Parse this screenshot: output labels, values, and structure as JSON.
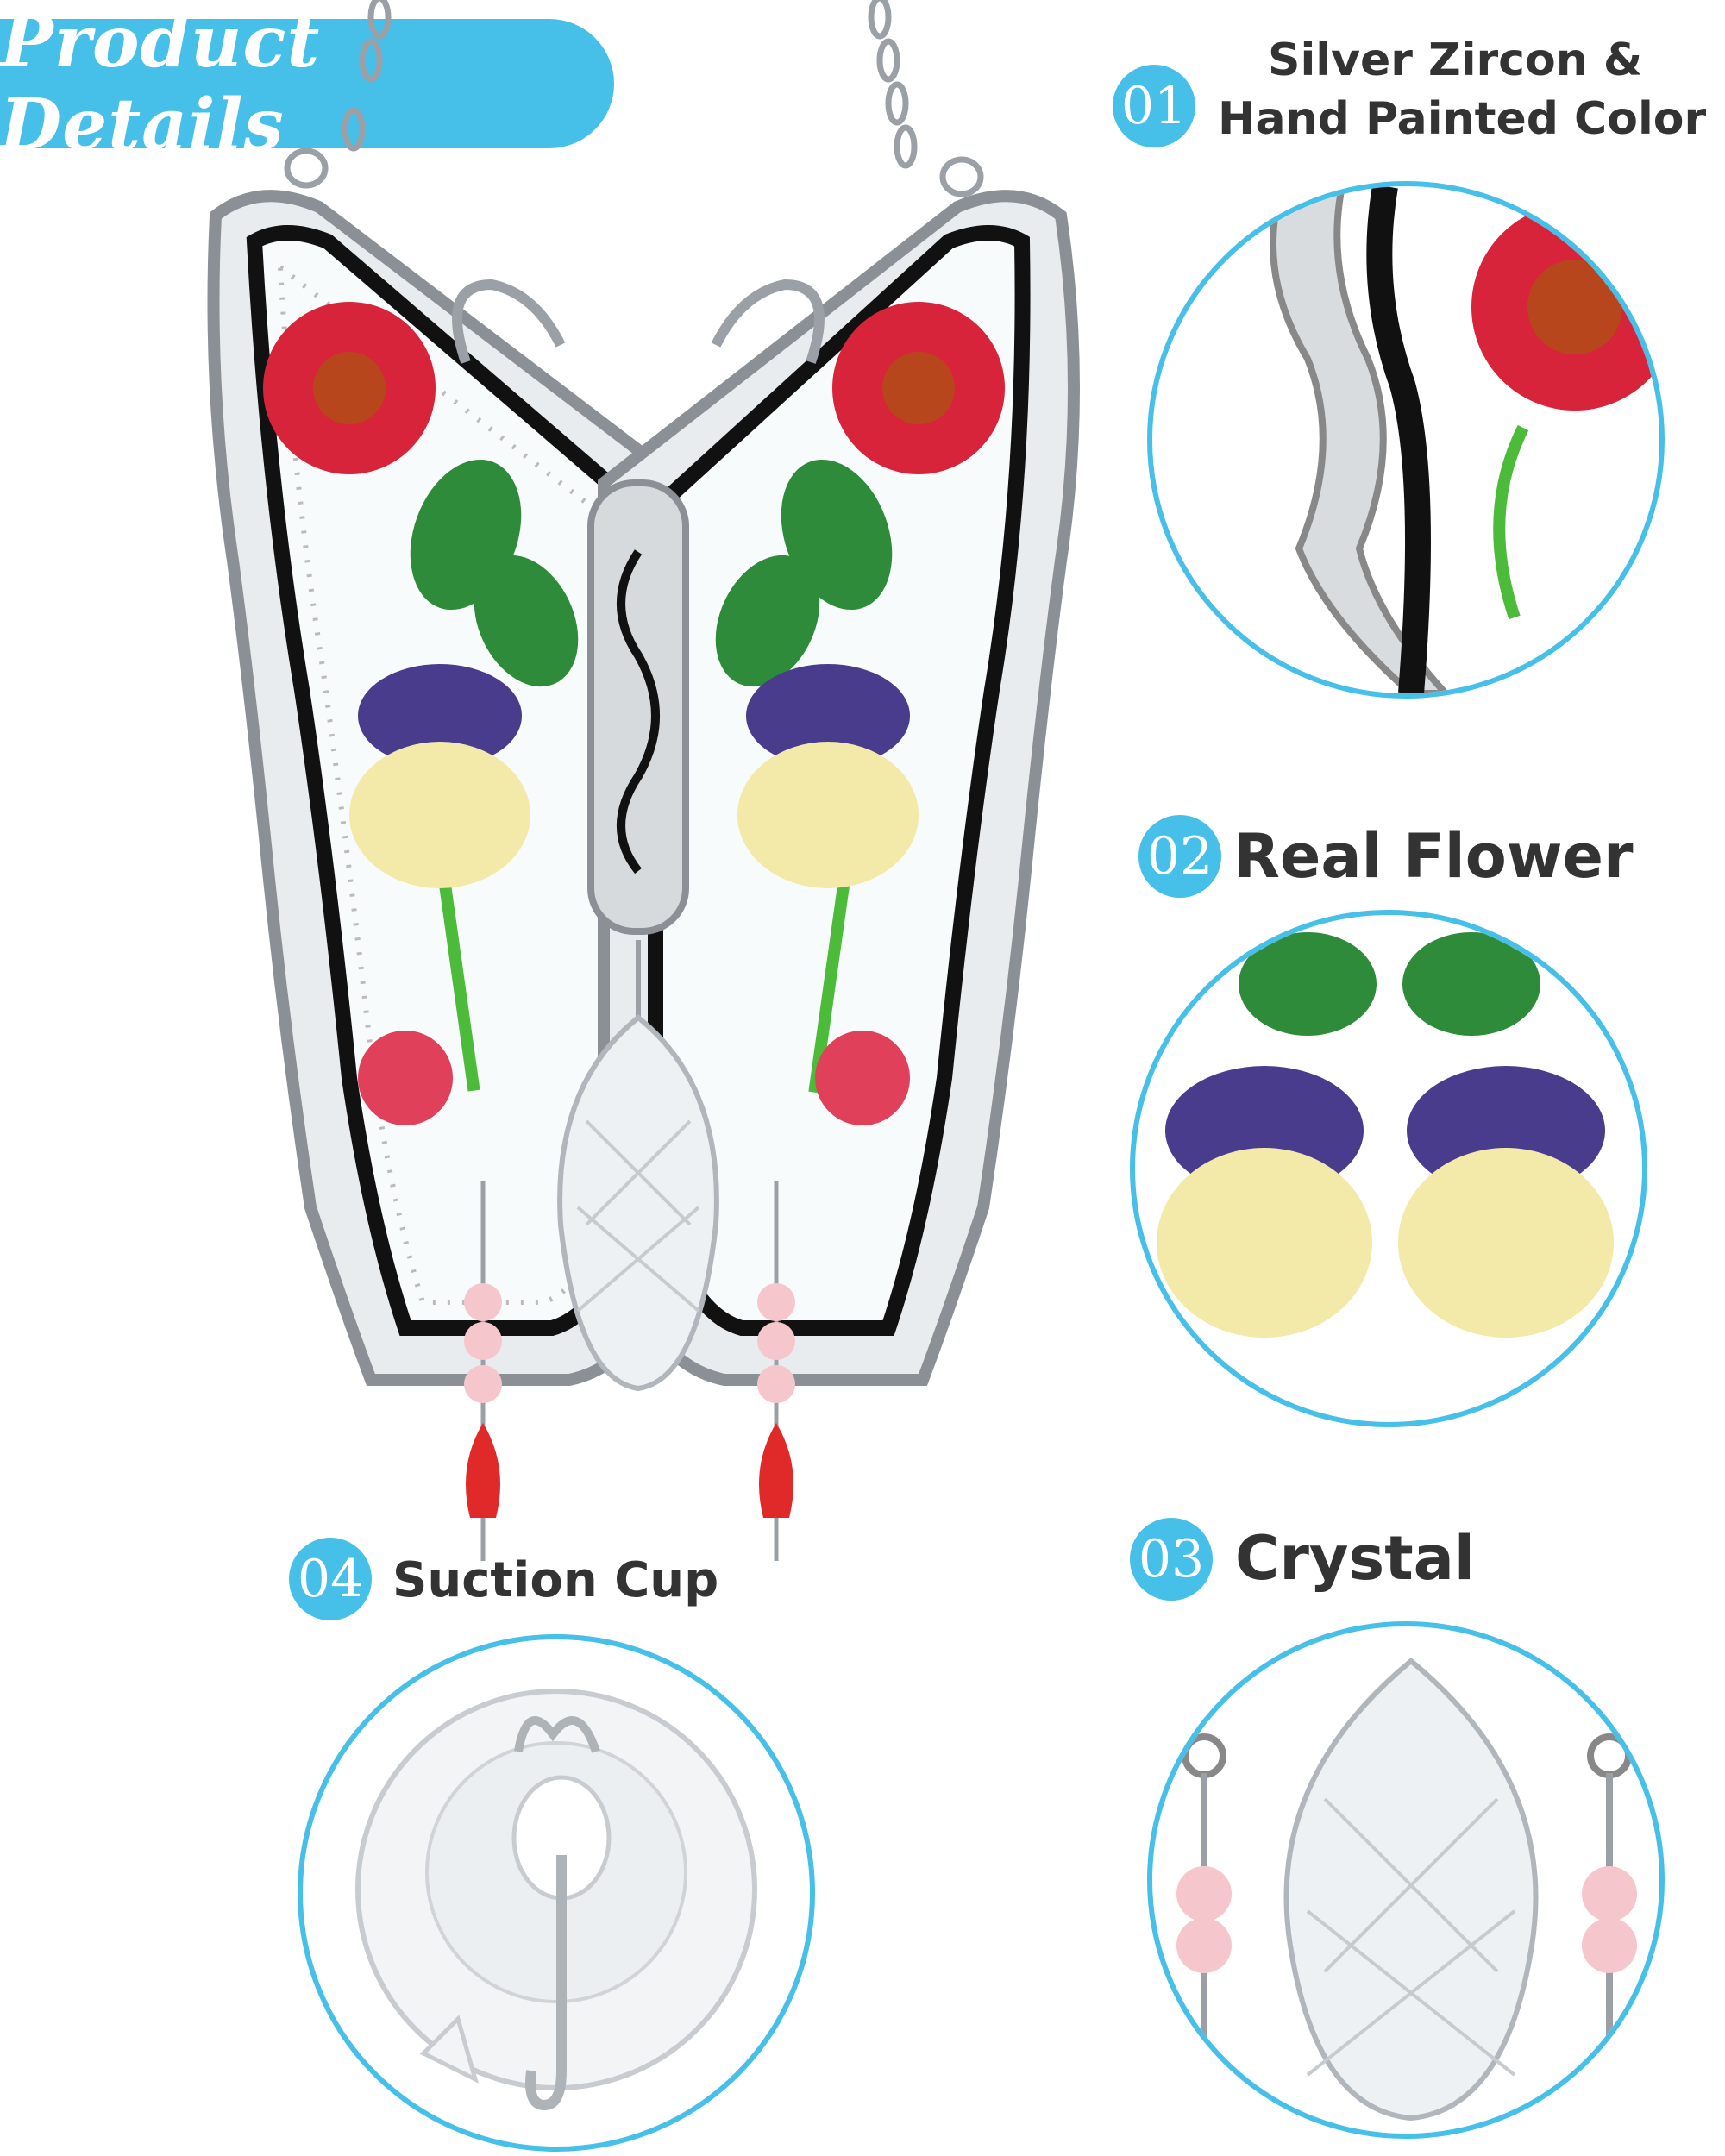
{
  "banner": {
    "title": "Product Details"
  },
  "features": [
    {
      "number": "01",
      "label_line1": "Silver Zircon &",
      "label_line2": "Hand Painted Color",
      "icon": "silver-frame-closeup"
    },
    {
      "number": "02",
      "label": "Real Flower",
      "icon": "pressed-pansy-closeup"
    },
    {
      "number": "03",
      "label": "Crystal",
      "icon": "crystal-prism-closeup"
    },
    {
      "number": "04",
      "label": "Suction Cup",
      "icon": "suction-cup-hook"
    }
  ],
  "colors": {
    "accent": "#46bfe9",
    "label_text": "#333333"
  }
}
